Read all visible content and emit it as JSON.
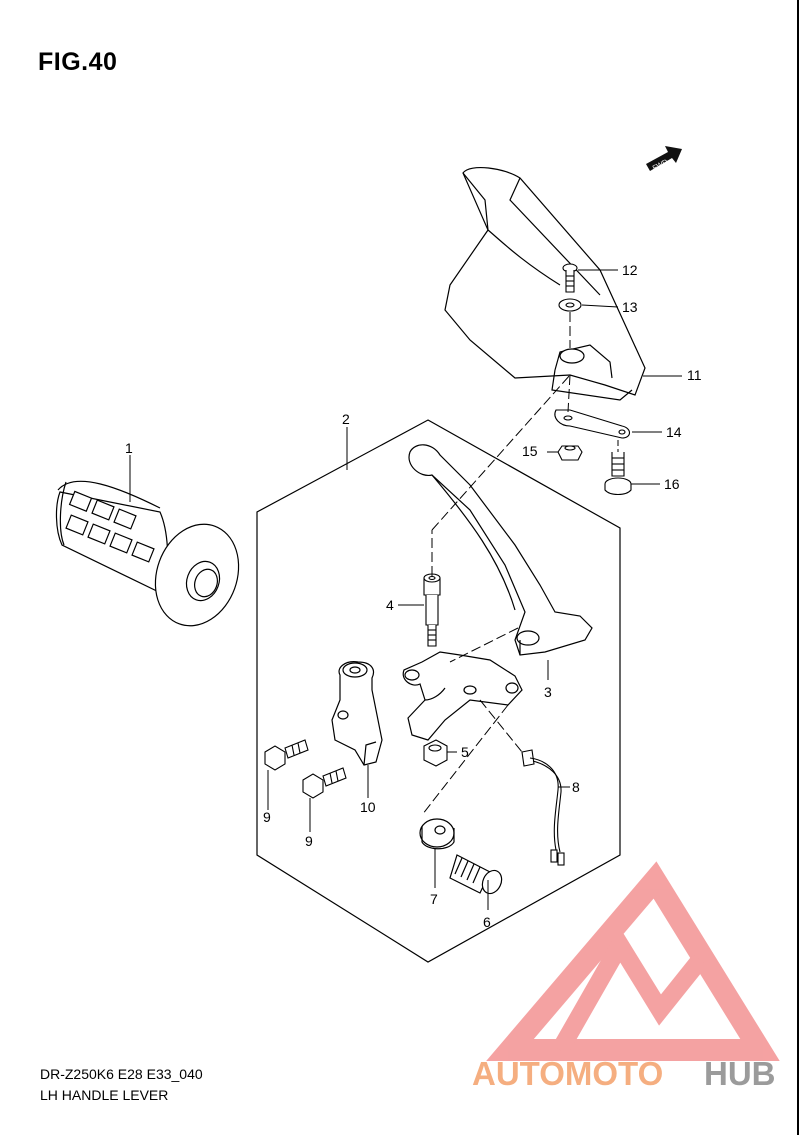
{
  "figure": {
    "title": "FIG.40"
  },
  "footer": {
    "model_code": "DR-Z250K6 E28 E33_040",
    "subtitle": "LH HANDLE LEVER"
  },
  "fwd_marker": {
    "label": "FWD"
  },
  "callouts": [
    "1",
    "2",
    "3",
    "4",
    "5",
    "6",
    "7",
    "8",
    "9",
    "9",
    "10",
    "11",
    "12",
    "13",
    "14",
    "15",
    "16"
  ],
  "watermark": {
    "part1": "AUTOMOTO",
    "part2": "HUB",
    "color_primary": "#f4a06a",
    "color_secondary": "#8a8a8a",
    "logo_color": "#f28b8b"
  },
  "colors": {
    "line": "#000000",
    "background": "#ffffff"
  }
}
